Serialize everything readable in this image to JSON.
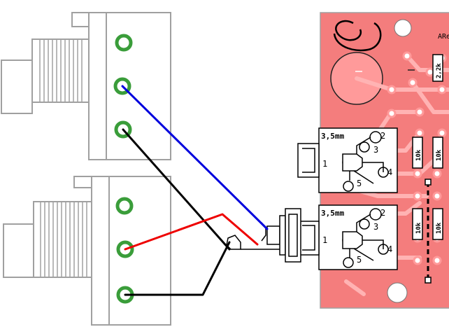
{
  "colors": {
    "pcb": "#f47d7d",
    "trace": "#ffb3b3",
    "pad": "#ffffff",
    "ring": "#3a9d3a",
    "wire_blue": "#0000dd",
    "wire_red": "#ee0000",
    "wire_black": "#000000",
    "outline": "#a0a0a0"
  },
  "connectors": [
    {
      "name": "upper-jack",
      "pins": 3
    },
    {
      "name": "lower-jack",
      "pins": 3
    }
  ],
  "pcb": {
    "top_label": "ARe",
    "jacks": [
      {
        "size_label": "3,5mm",
        "pins": [
          "1",
          "2",
          "3",
          "4",
          "5"
        ]
      },
      {
        "size_label": "3,5mm",
        "pins": [
          "1",
          "2",
          "3",
          "4",
          "5"
        ]
      }
    ],
    "resistors": [
      "2,2k",
      "10k",
      "10k",
      "10k",
      "10k"
    ]
  },
  "wires": [
    {
      "color": "blue",
      "from": "upper-jack pin 2",
      "to": "plug tip"
    },
    {
      "color": "black",
      "from": "upper-jack pin 3",
      "to": "plug sleeve"
    },
    {
      "color": "red",
      "from": "lower-jack pin 2",
      "to": "plug ring"
    },
    {
      "color": "black",
      "from": "lower-jack pin 3",
      "to": "plug sleeve"
    }
  ]
}
